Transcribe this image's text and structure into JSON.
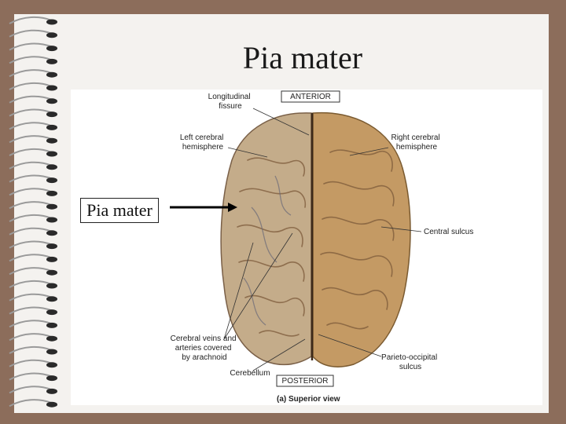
{
  "slide": {
    "title": "Pia mater",
    "callout_label": "Pia mater"
  },
  "figure": {
    "labels": {
      "anterior": "ANTERIOR",
      "posterior": "POSTERIOR",
      "longitudinal_fissure": [
        "Longitudinal",
        "fissure"
      ],
      "left_hemisphere": [
        "Left cerebral",
        "hemisphere"
      ],
      "right_hemisphere": [
        "Right cerebral",
        "hemisphere"
      ],
      "central_sulcus": "Central sulcus",
      "cerebral_veins": [
        "Cerebral veins and",
        "arteries covered",
        "by arachnoid"
      ],
      "parieto_occipital": [
        "Parieto-occipital",
        "sulcus"
      ],
      "cerebellum": "Cerebellum",
      "caption": "(a) Superior view"
    }
  },
  "colors": {
    "background": "#8c6d5b",
    "slide": "#f4f2ef",
    "brain_left": "#c4ac8a",
    "brain_right": "#c49a64"
  }
}
